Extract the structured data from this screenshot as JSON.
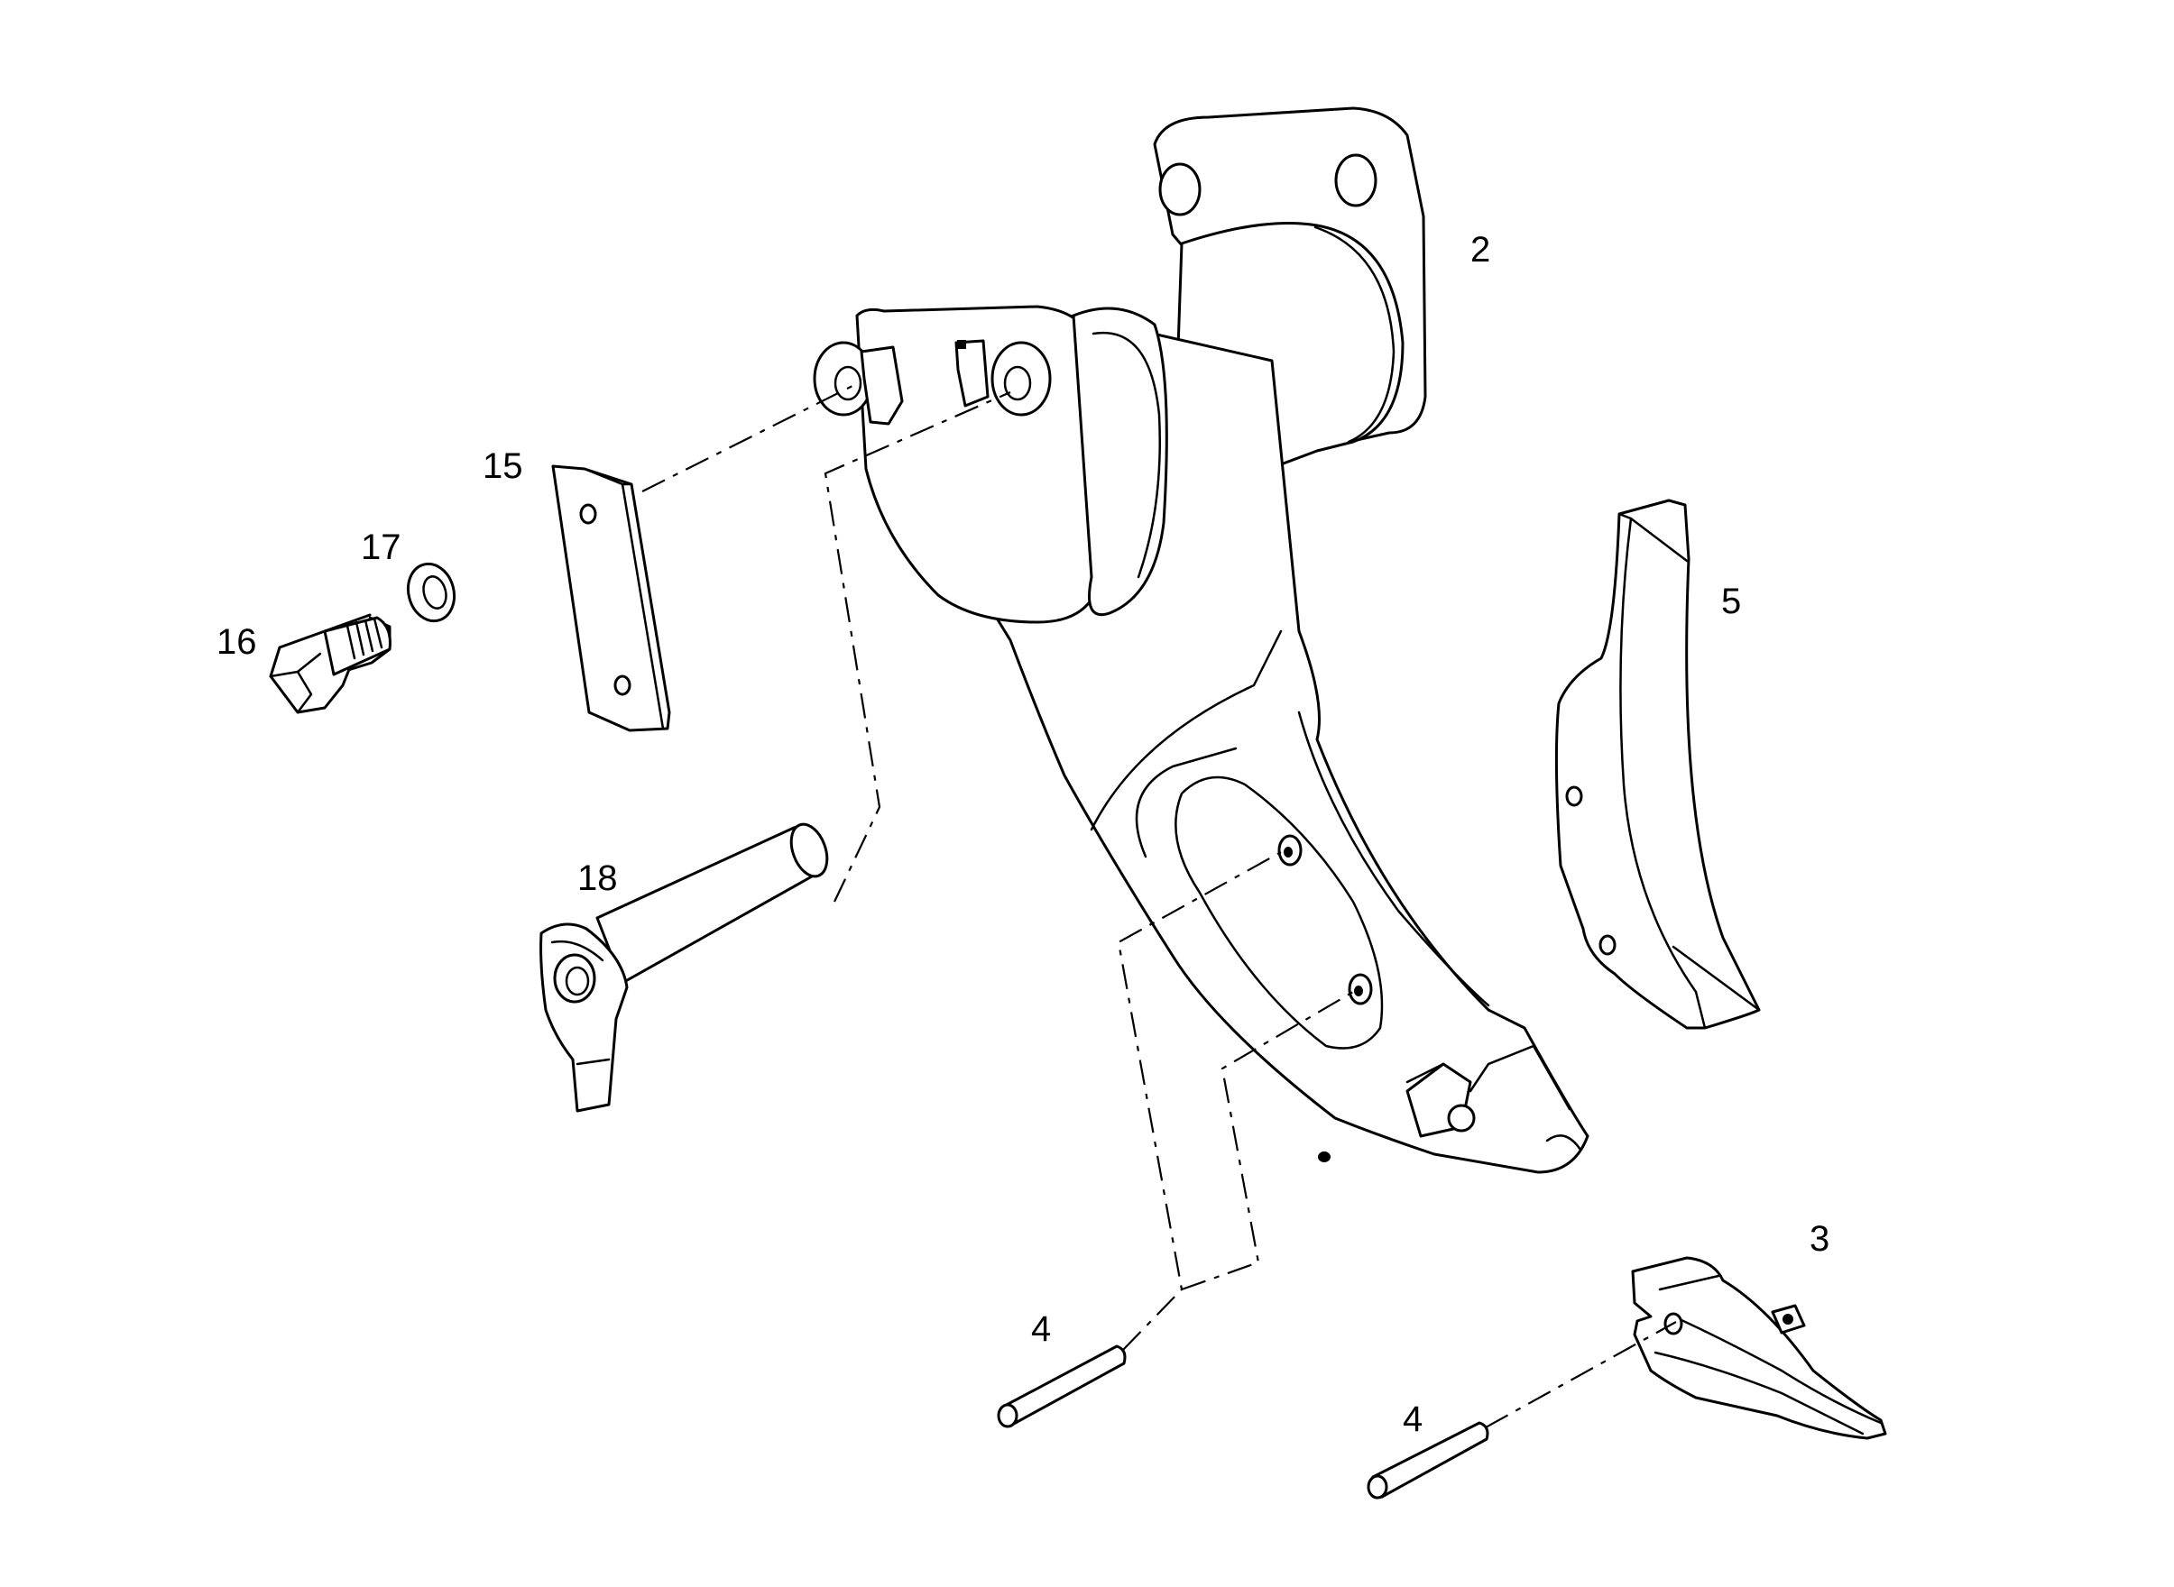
{
  "diagram": {
    "labels": {
      "part_2": "2",
      "part_3": "3",
      "part_4a": "4",
      "part_4b": "4",
      "part_5": "5",
      "part_15": "15",
      "part_16": "16",
      "part_17": "17",
      "part_18": "18"
    },
    "colors": {
      "line": "#000000",
      "background": "#ffffff"
    }
  }
}
